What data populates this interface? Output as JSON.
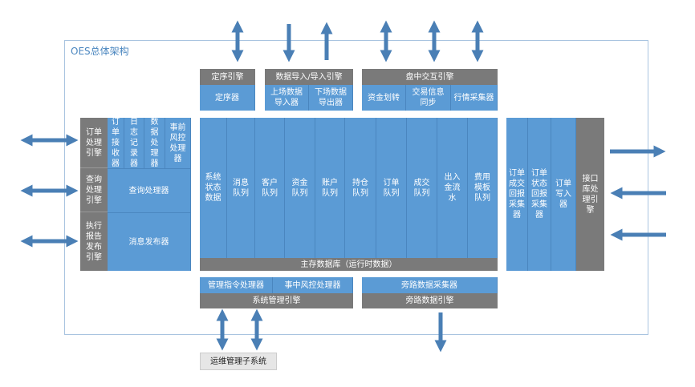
{
  "title": "OES总体架构",
  "top": {
    "sequencer": {
      "header": "定序引擎",
      "items": [
        "定序器"
      ]
    },
    "import": {
      "header": "数据导入/导入引擎",
      "items": [
        "上场数据导入器",
        "下场数据导出器"
      ]
    },
    "interactive": {
      "header": "盘中交互引擎",
      "items": [
        "资金划转",
        "交易信息同步",
        "行情采集器"
      ]
    }
  },
  "left": {
    "engines": [
      "订单处理引擎",
      "查询处理引擎",
      "执行报告发布引擎"
    ],
    "order_items": [
      "订单接收器",
      "日志记录器",
      "数据处理器",
      "事前风控处理器"
    ],
    "query": "查询处理器",
    "publish": "消息发布器"
  },
  "center": {
    "columns": [
      "系统状态数据",
      "消息队列",
      "客户队列",
      "资金队列",
      "账户队列",
      "持仓队列",
      "订单队列",
      "成交队列",
      "出入金流水",
      "费用模板队列"
    ],
    "footer": "主存数据库（运行时数据）"
  },
  "right": {
    "items": [
      "订单成交回报采集器",
      "订单状态回报采集器",
      "订单写入器"
    ],
    "engine": "接口库处理引擎"
  },
  "bottom": {
    "system": {
      "items": [
        "管理指令处理器",
        "事中风控处理器"
      ],
      "footer": "系统管理引擎"
    },
    "bypass": {
      "items": [
        "旁路数据采集器"
      ],
      "footer": "旁路数据引擎"
    }
  },
  "ops": "运维管理子系统",
  "colors": {
    "blue": "#5b9bd5",
    "gray": "#7a7a7a",
    "arrow": "#4a7fb5"
  }
}
